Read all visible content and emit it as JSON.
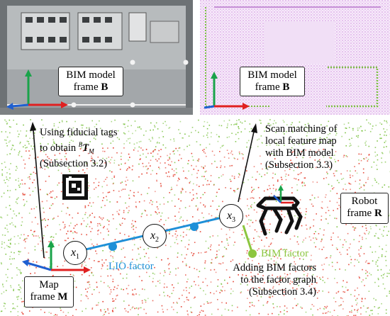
{
  "bim_render": {
    "frame_label_line1": "BIM model",
    "frame_label_line2_prefix": "frame ",
    "frame_label_symbol": "B"
  },
  "bim_points": {
    "frame_label_line1": "BIM model",
    "frame_label_line2_prefix": "frame ",
    "frame_label_symbol": "B"
  },
  "annotations": {
    "fiducial_line1": "Using fiducial tags",
    "fiducial_line2_prefix": "to obtain ",
    "fiducial_sup": "B",
    "fiducial_T": "T",
    "fiducial_sub": "M",
    "fiducial_line3": "(Subsection 3.2)",
    "scan_line1": "Scan matching of",
    "scan_line2": "local feature map",
    "scan_line3": "with BIM model",
    "scan_line4": "(Subsection 3.3)",
    "bim_factor_line1": "Adding BIM factors",
    "bim_factor_line2": "to the factor graph",
    "bim_factor_line3": "(Subsection 3.4)"
  },
  "legend": {
    "lio_factor": "LIO factor",
    "bim_factor": "BIM factor"
  },
  "map_frame": {
    "line1": "Map",
    "line2_prefix": "frame ",
    "symbol": "M"
  },
  "robot_frame": {
    "line1": "Robot",
    "line2_prefix": "frame ",
    "symbol": "R"
  },
  "nodes": [
    {
      "var": "x",
      "sub": "1"
    },
    {
      "var": "x",
      "sub": "2"
    },
    {
      "var": "x",
      "sub": "3"
    }
  ],
  "colors": {
    "lio_factor": "#1e90d8",
    "bim_factor": "#8cc63f",
    "axis_x": "#e02020",
    "axis_y": "#1aa34a",
    "axis_z": "#1f5fd0",
    "point_red": "#e33b2a",
    "point_green": "#7cc242",
    "point_pink": "#d9a6e6"
  },
  "icons": [
    "fiducial-tag-icon",
    "quadruped-robot-icon"
  ]
}
